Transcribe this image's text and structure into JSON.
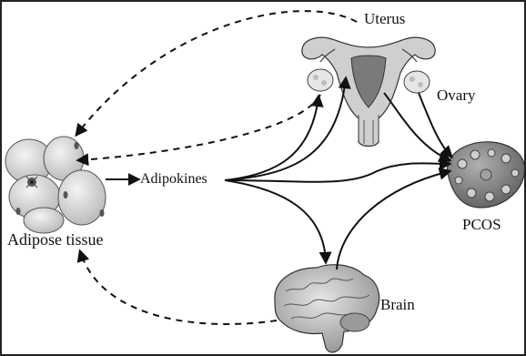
{
  "labels": {
    "uterus": "Uterus",
    "ovary": "Ovary",
    "adipokines": "Adipokines",
    "adipose": "Adipose tissue",
    "pcos": "PCOS",
    "brain": "Brain"
  },
  "colors": {
    "ink": "#111111",
    "tissue_fill": "#d9d9d9",
    "uterus_fill": "#cfcfcf",
    "ovary_fill": "#e6e6e6",
    "pcos_fill": "#8a8a8a",
    "brain_fill": "#bdbdbd"
  },
  "icons": [
    "adipose-tissue-icon",
    "uterus-icon",
    "ovary-icon",
    "pcos-ovary-icon",
    "brain-icon"
  ]
}
